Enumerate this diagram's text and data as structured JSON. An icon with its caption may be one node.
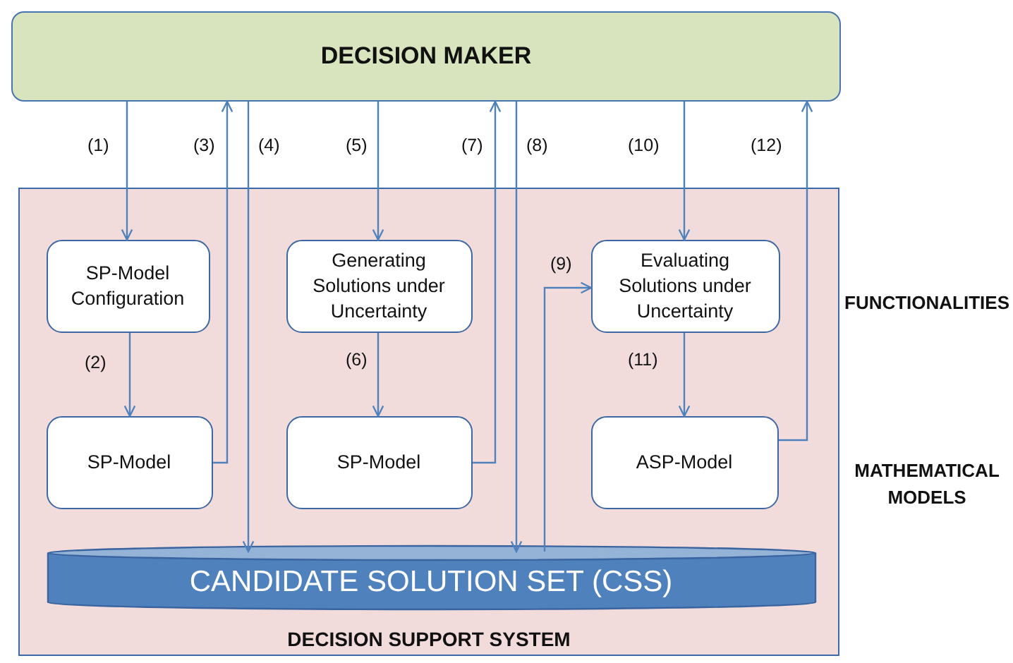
{
  "diagram": {
    "nodes": [
      {
        "text": [
          "DECISION MAKER"
        ]
      },
      {
        "text": [
          "DECISION SUPPORT SYSTEM"
        ]
      },
      {
        "text": [
          "SP-Model Configuration"
        ],
        "in": 1
      },
      {
        "text": [
          "Generating Solutions under Uncertainty"
        ],
        "in": 1
      },
      {
        "text": [
          "Evaluating Solutions under Uncertainty"
        ],
        "in": 1
      },
      {
        "text": [
          "SP-Model"
        ],
        "in": 1
      },
      {
        "text": [
          "SP-Model"
        ],
        "in": 1
      },
      {
        "text": [
          "ASP-Model"
        ],
        "in": 1
      },
      {
        "text": [
          "CANDIDATE SOLUTION SET (CSS)"
        ],
        "in": 1
      }
    ],
    "edges": [
      {
        "from": 0,
        "to": 2,
        "arrow": "to",
        "label": "(1)"
      },
      {
        "from": 2,
        "to": 5,
        "arrow": "to",
        "label": "(2)"
      },
      {
        "from": 5,
        "to": 0,
        "arrow": "to",
        "label": "(3)"
      },
      {
        "from": 0,
        "to": 8,
        "arrow": "to",
        "label": "(4)"
      },
      {
        "from": 0,
        "to": 3,
        "arrow": "to",
        "label": "(5)"
      },
      {
        "from": 3,
        "to": 6,
        "arrow": "to",
        "label": "(6)"
      },
      {
        "from": 6,
        "to": 0,
        "arrow": "to",
        "label": "(7)"
      },
      {
        "from": 0,
        "to": 8,
        "arrow": "to",
        "label": "(8)"
      },
      {
        "from": 8,
        "to": 4,
        "arrow": "to",
        "label": "(9)"
      },
      {
        "from": 0,
        "to": 4,
        "arrow": "to",
        "label": "(10)"
      },
      {
        "from": 4,
        "to": 7,
        "arrow": "to",
        "label": "(11)"
      },
      {
        "from": 7,
        "to": 0,
        "arrow": "to",
        "label": "(12)"
      }
    ],
    "labels": [
      "FUNCTIONALITIES",
      "MATHEMATICAL MODELS"
    ]
  }
}
